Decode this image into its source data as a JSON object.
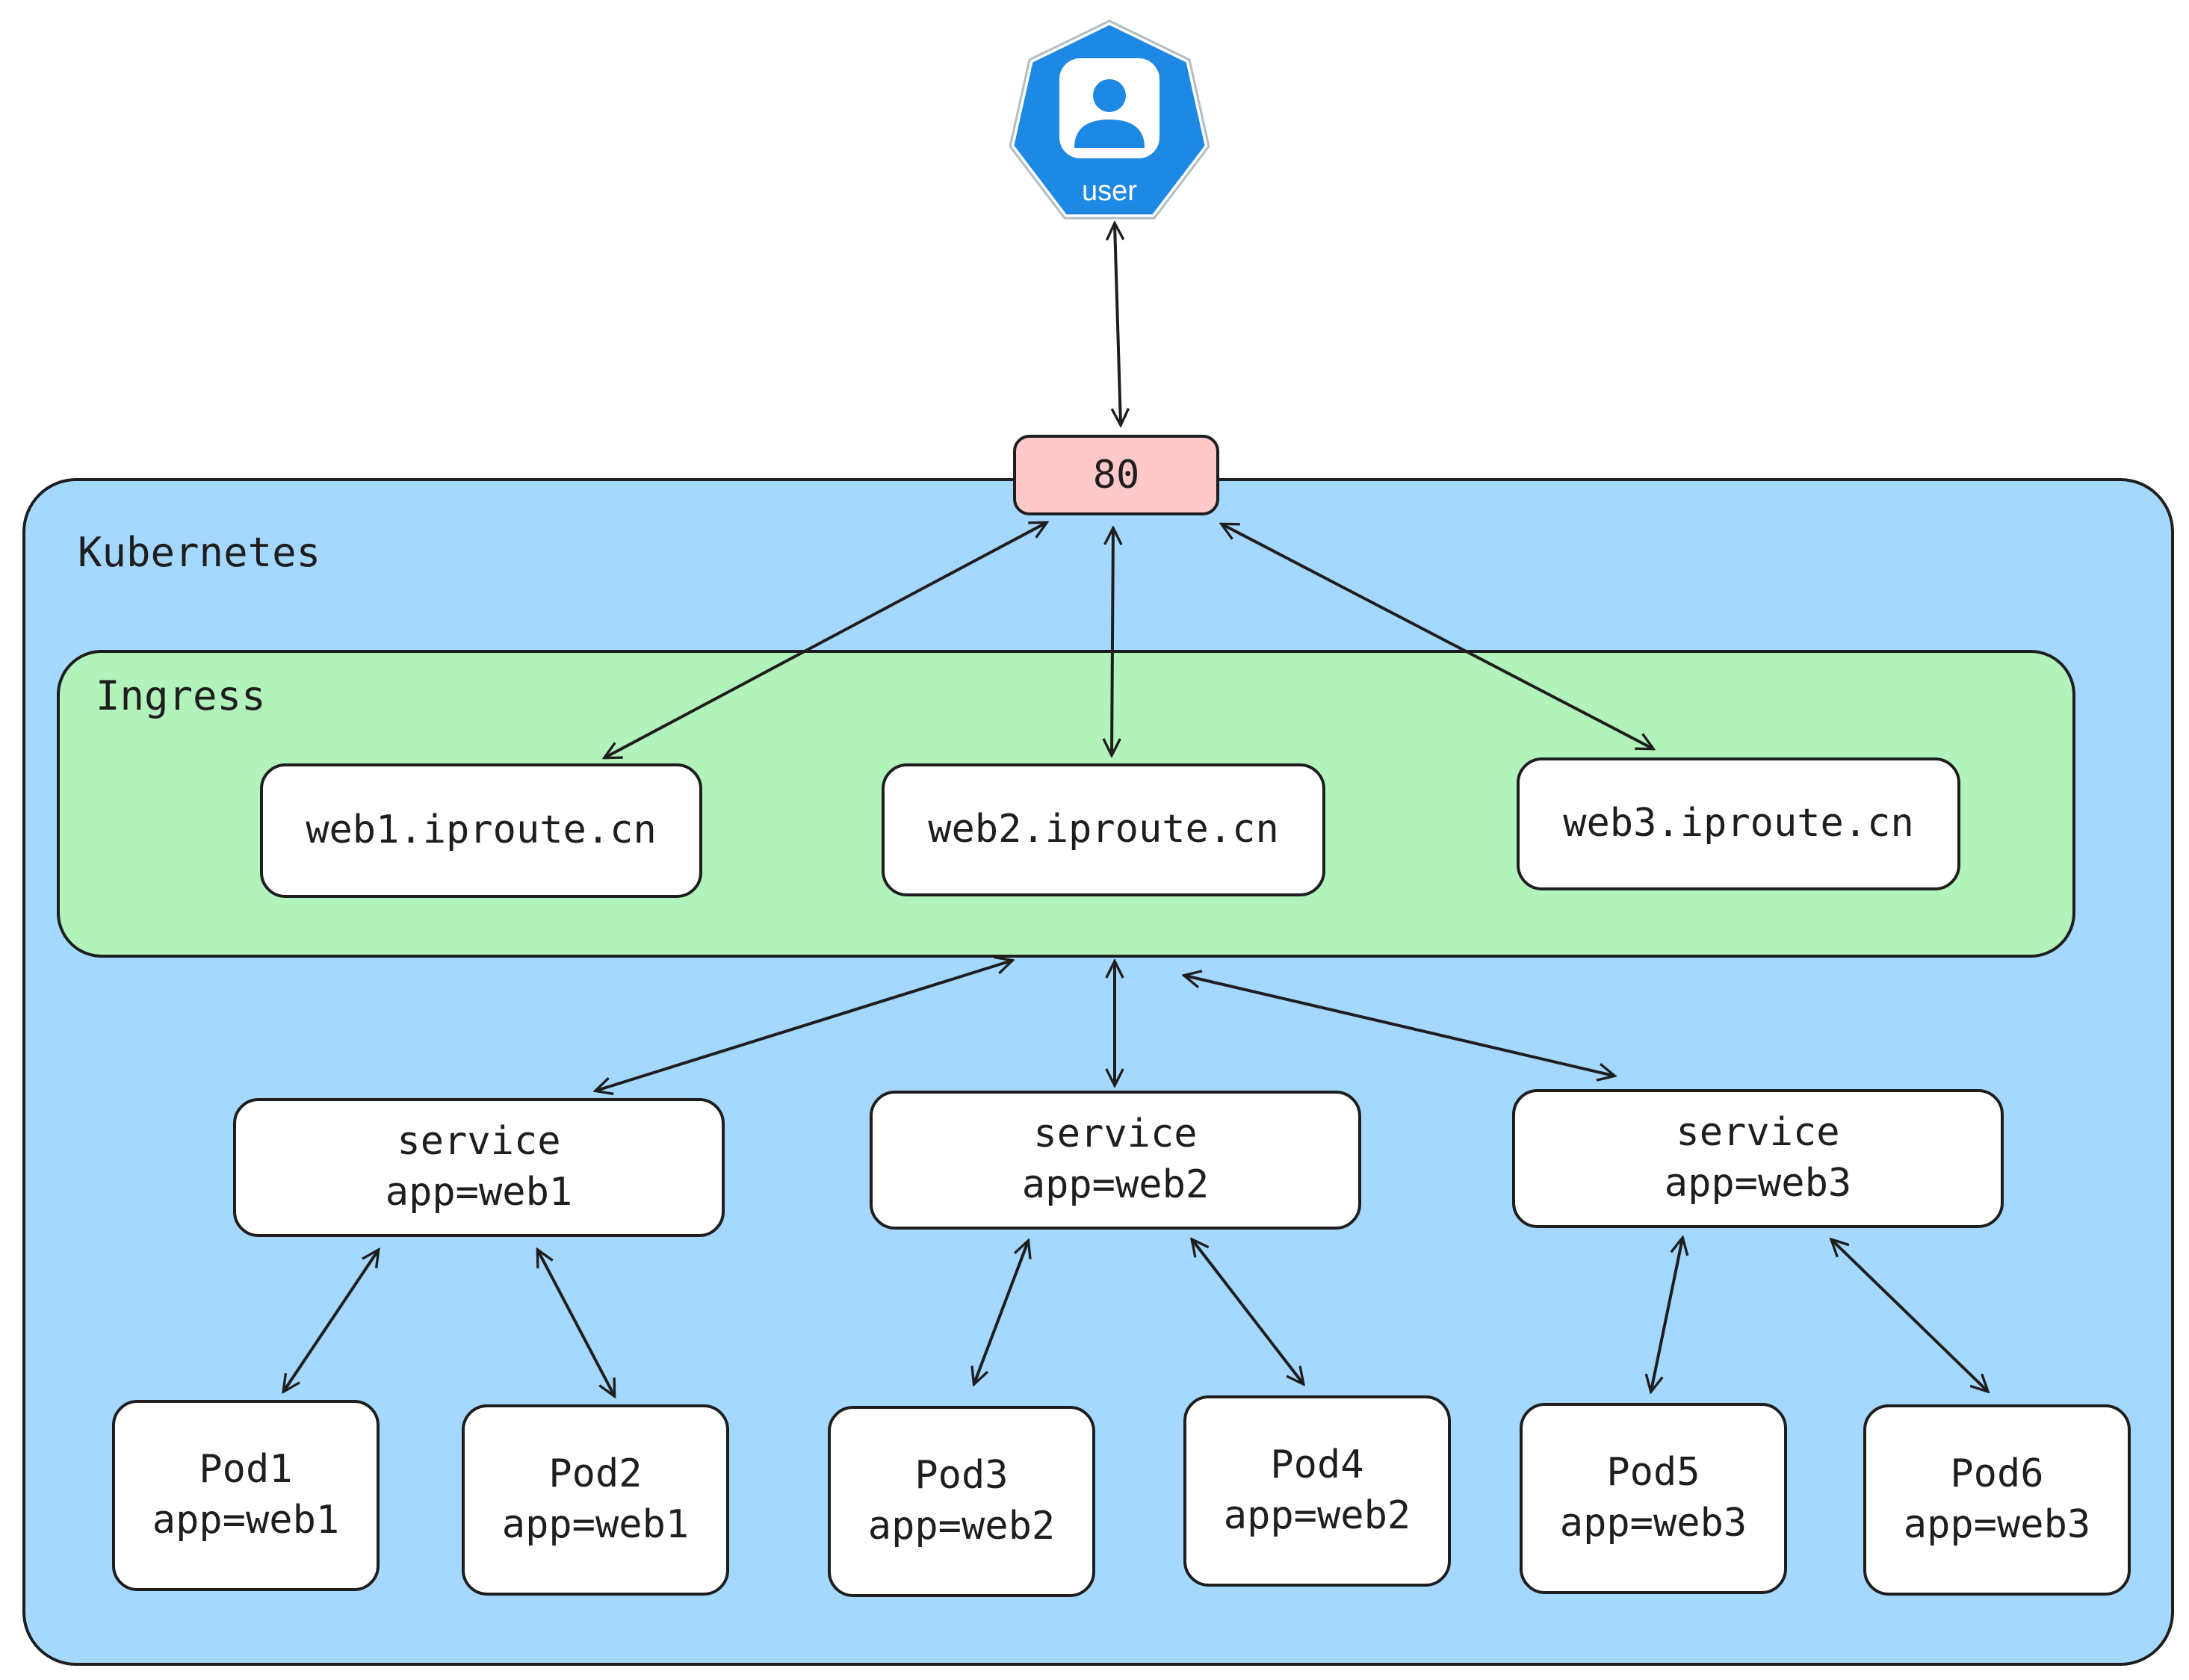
{
  "user": {
    "label": "user",
    "icon": "user-icon",
    "color": "#1e88e5"
  },
  "port": {
    "label": "80",
    "color": "#ffc9c9"
  },
  "cluster": {
    "label": "Kubernetes",
    "color": "#a5d8ff"
  },
  "ingress": {
    "label": "Ingress",
    "color": "#b2f2bb",
    "hosts": [
      "web1.iproute.cn",
      "web2.iproute.cn",
      "web3.iproute.cn"
    ]
  },
  "services": [
    {
      "line1": "service",
      "line2": "app=web1"
    },
    {
      "line1": "service",
      "line2": "app=web2"
    },
    {
      "line1": "service",
      "line2": "app=web3"
    }
  ],
  "pods": [
    {
      "name": "Pod1",
      "app": "app=web1"
    },
    {
      "name": "Pod2",
      "app": "app=web1"
    },
    {
      "name": "Pod3",
      "app": "app=web2"
    },
    {
      "name": "Pod4",
      "app": "app=web2"
    },
    {
      "name": "Pod5",
      "app": "app=web3"
    },
    {
      "name": "Pod6",
      "app": "app=web3"
    }
  ]
}
